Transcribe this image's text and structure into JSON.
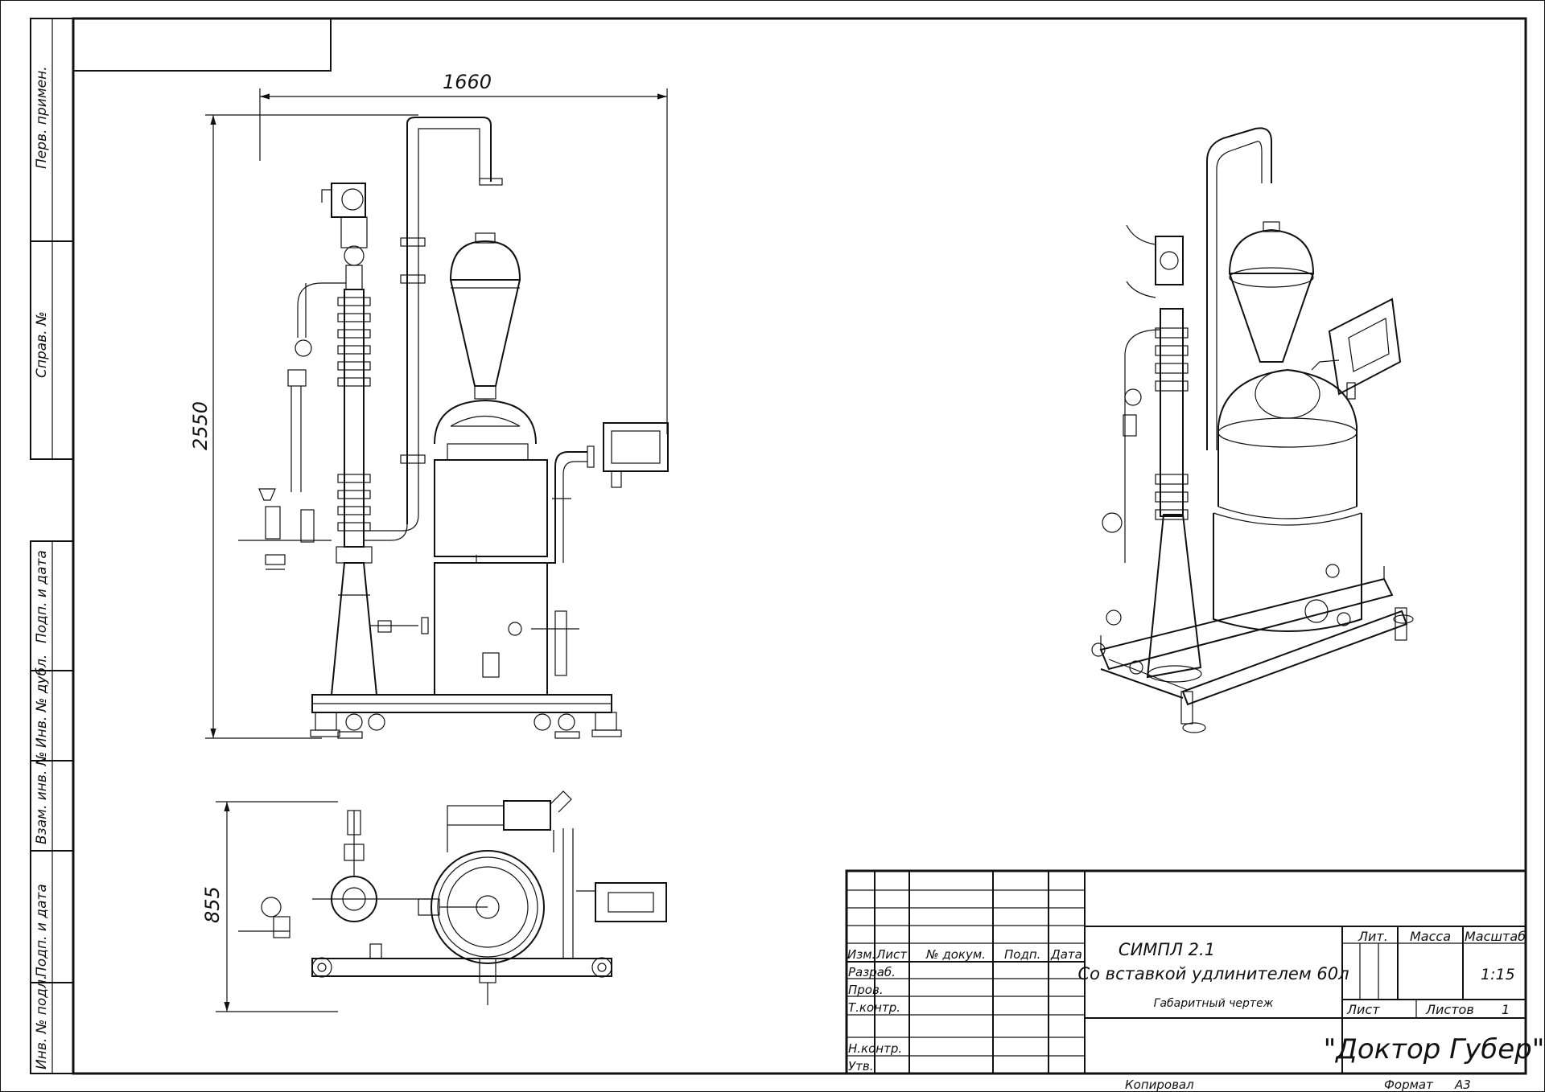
{
  "side_stamp": {
    "perv_primen": "Перв. примен.",
    "sprav_no": "Справ. №",
    "podp_data_1": "Подп. и дата",
    "inv_dubl": "Инв. № дубл.",
    "vzam_inv": "Взам. инв. №",
    "podp_data_2": "Подп. и дата",
    "inv_podl": "Инв. № подл."
  },
  "dimensions": {
    "width": "1660",
    "height": "2550",
    "depth": "855"
  },
  "title_block": {
    "headers": {
      "izm": "Изм.",
      "list": "Лист",
      "no_dokum": "№ докум.",
      "podp": "Подп.",
      "data": "Дата"
    },
    "roles": {
      "razrab": "Разраб.",
      "prov": "Пров.",
      "tkontr": "Т.контр.",
      "nkontr": "Н.контр.",
      "utv": "Утв."
    },
    "title_line1": "СИМПЛ 2.1",
    "title_line2": "Со вставкой удлинителем 60л",
    "subtitle": "Габаритный чертеж",
    "lit_label": "Лит.",
    "massa_label": "Масса",
    "masshtab_label": "Масштаб",
    "scale_value": "1:15",
    "list_label": "Лист",
    "listov_label": "Листов",
    "listov_value": "1",
    "company": "\"Доктор Губер\""
  },
  "footer": {
    "kopiroval": "Копировал",
    "format_label": "Формат",
    "format_value": "А3"
  }
}
